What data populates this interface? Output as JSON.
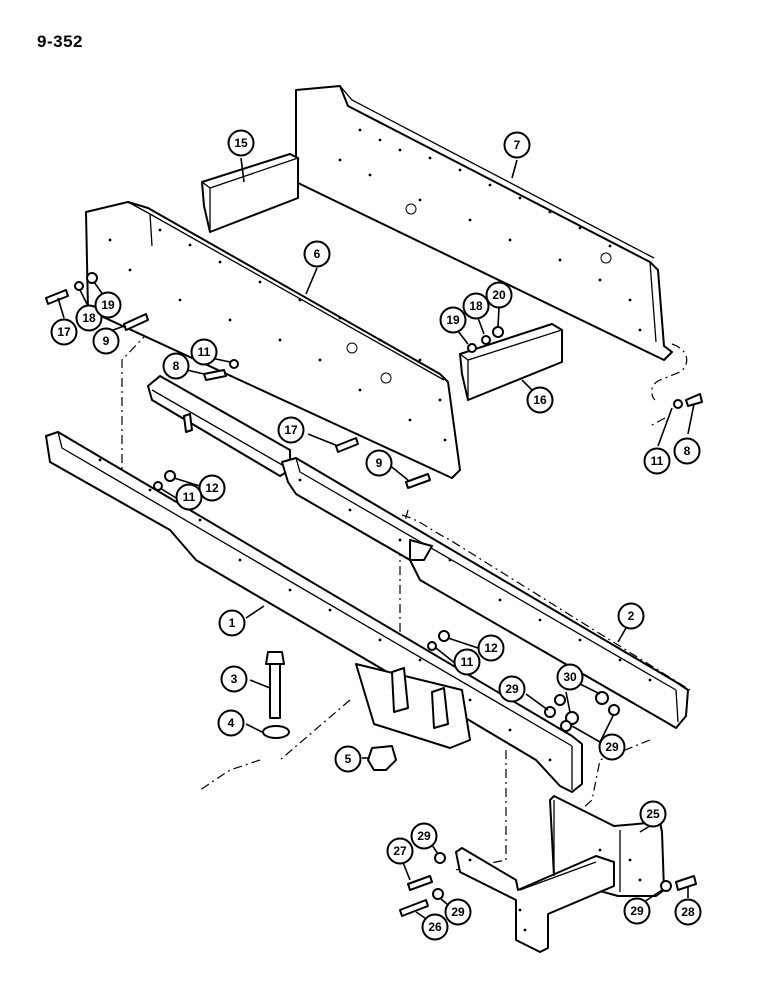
{
  "page_title": "9-352",
  "callouts": [
    {
      "id": "c15",
      "label": "15"
    },
    {
      "id": "c7",
      "label": "7"
    },
    {
      "id": "c6",
      "label": "6"
    },
    {
      "id": "c17a",
      "label": "17"
    },
    {
      "id": "c18a",
      "label": "18"
    },
    {
      "id": "c19a",
      "label": "19"
    },
    {
      "id": "c9a",
      "label": "9"
    },
    {
      "id": "c11a",
      "label": "11"
    },
    {
      "id": "c8a",
      "label": "8"
    },
    {
      "id": "c19b",
      "label": "19"
    },
    {
      "id": "c18b",
      "label": "18"
    },
    {
      "id": "c20",
      "label": "20"
    },
    {
      "id": "c16",
      "label": "16"
    },
    {
      "id": "c11b",
      "label": "11"
    },
    {
      "id": "c8b",
      "label": "8"
    },
    {
      "id": "c17b",
      "label": "17"
    },
    {
      "id": "c9b",
      "label": "9"
    },
    {
      "id": "c12a",
      "label": "12"
    },
    {
      "id": "c11c",
      "label": "11"
    },
    {
      "id": "c1",
      "label": "1"
    },
    {
      "id": "c2",
      "label": "2"
    },
    {
      "id": "c12b",
      "label": "12"
    },
    {
      "id": "c11d",
      "label": "11"
    },
    {
      "id": "c3",
      "label": "3"
    },
    {
      "id": "c4",
      "label": "4"
    },
    {
      "id": "c5",
      "label": "5"
    },
    {
      "id": "c29a",
      "label": "29"
    },
    {
      "id": "c30",
      "label": "30"
    },
    {
      "id": "c29b",
      "label": "29"
    },
    {
      "id": "c25",
      "label": "25"
    },
    {
      "id": "c27",
      "label": "27"
    },
    {
      "id": "c29c",
      "label": "29"
    },
    {
      "id": "c26",
      "label": "26"
    },
    {
      "id": "c29d",
      "label": "29"
    },
    {
      "id": "c29e",
      "label": "29"
    },
    {
      "id": "c28",
      "label": "28"
    }
  ]
}
